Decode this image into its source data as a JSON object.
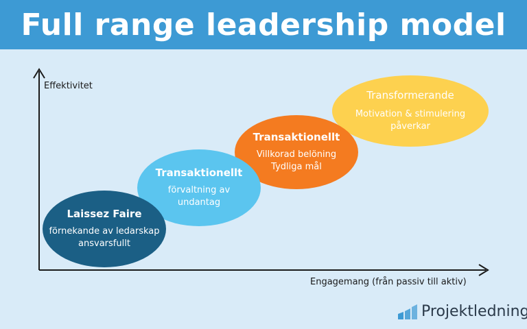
{
  "header": {
    "title": "Full range leadership model"
  },
  "axes": {
    "y_label": "Effektivitet",
    "x_label": "Engagemang (från passiv till aktiv)"
  },
  "ellipses": [
    {
      "title": "Laissez Faire",
      "subtitle": "förnekande av ledarskap",
      "subtitle2": "ansvarsfullt",
      "color": "#1b5f85",
      "text_color": "#ffffff"
    },
    {
      "title": "Transaktionellt",
      "subtitle": "förvaltning av",
      "subtitle2": "undantag",
      "color": "#5bc5ef",
      "text_color": "#ffffff"
    },
    {
      "title": "Transaktionellt",
      "subtitle": "Villkorad belöning",
      "subtitle2": "Tydliga mål",
      "color": "#f47b20",
      "text_color": "#ffffff"
    },
    {
      "title": "Transformerande",
      "subtitle": "Motivation & stimulering",
      "subtitle2": "påverkar",
      "color": "#fdd14f",
      "text_color": "#ffffff"
    }
  ],
  "brand": {
    "name": "Projektledning",
    "icon": "bar-chart-logo-icon",
    "accent": "#3d9ad4"
  }
}
